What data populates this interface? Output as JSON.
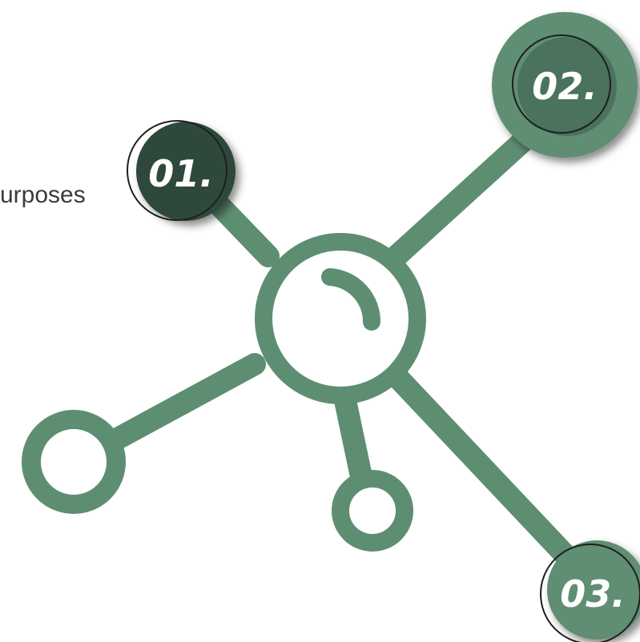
{
  "side_text": "urposes",
  "badges": [
    {
      "label": "01."
    },
    {
      "label": "02."
    },
    {
      "label": "03."
    }
  ],
  "colors": {
    "network_green": "#5E8E72",
    "badge_dark": "#2F4A3B",
    "badge_mid": "#4A725D",
    "outline": "#1f1f1f"
  }
}
